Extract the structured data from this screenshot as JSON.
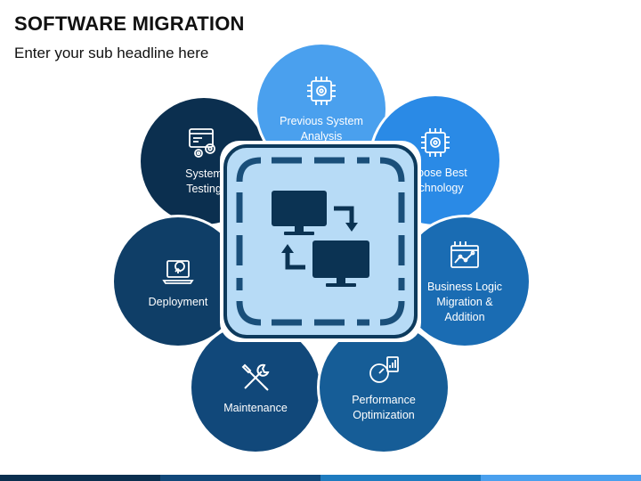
{
  "header": {
    "title": "SOFTWARE MIGRATION",
    "subtitle": "Enter your sub headline here"
  },
  "colors": {
    "navy": "#0b3353",
    "dark_blue": "#0e4d7c",
    "mid_blue": "#1e7bbf",
    "bright_blue": "#2b8fe6",
    "light_blue": "#55a6f0",
    "center_fill": "#b7dbf6",
    "center_stroke": "#0d3a5c"
  },
  "steps": [
    {
      "key": "analysis",
      "label": "Previous System\nAnalysis",
      "icon": "chip-gear-icon",
      "color": "#4aa0ee"
    },
    {
      "key": "technology",
      "label": "Choose Best\nTechnology",
      "icon": "chip-gear-icon",
      "color": "#2a8ae6"
    },
    {
      "key": "business",
      "label": "Business Logic\nMigration &\nAddition",
      "icon": "chart-monitor-icon",
      "color": "#1a6cb3"
    },
    {
      "key": "performance",
      "label": "Performance\nOptimization",
      "icon": "speedometer-chart-icon",
      "color": "#165d97"
    },
    {
      "key": "maintenance",
      "label": "Maintenance",
      "icon": "tools-icon",
      "color": "#11487a"
    },
    {
      "key": "deployment",
      "label": "Deployment",
      "icon": "laptop-upload-icon",
      "color": "#0f3e67"
    },
    {
      "key": "testing",
      "label": "System\nTesting",
      "icon": "browser-gears-icon",
      "color": "#0b2f4f"
    }
  ],
  "center": {
    "icon": "computer-transfer-icon"
  }
}
